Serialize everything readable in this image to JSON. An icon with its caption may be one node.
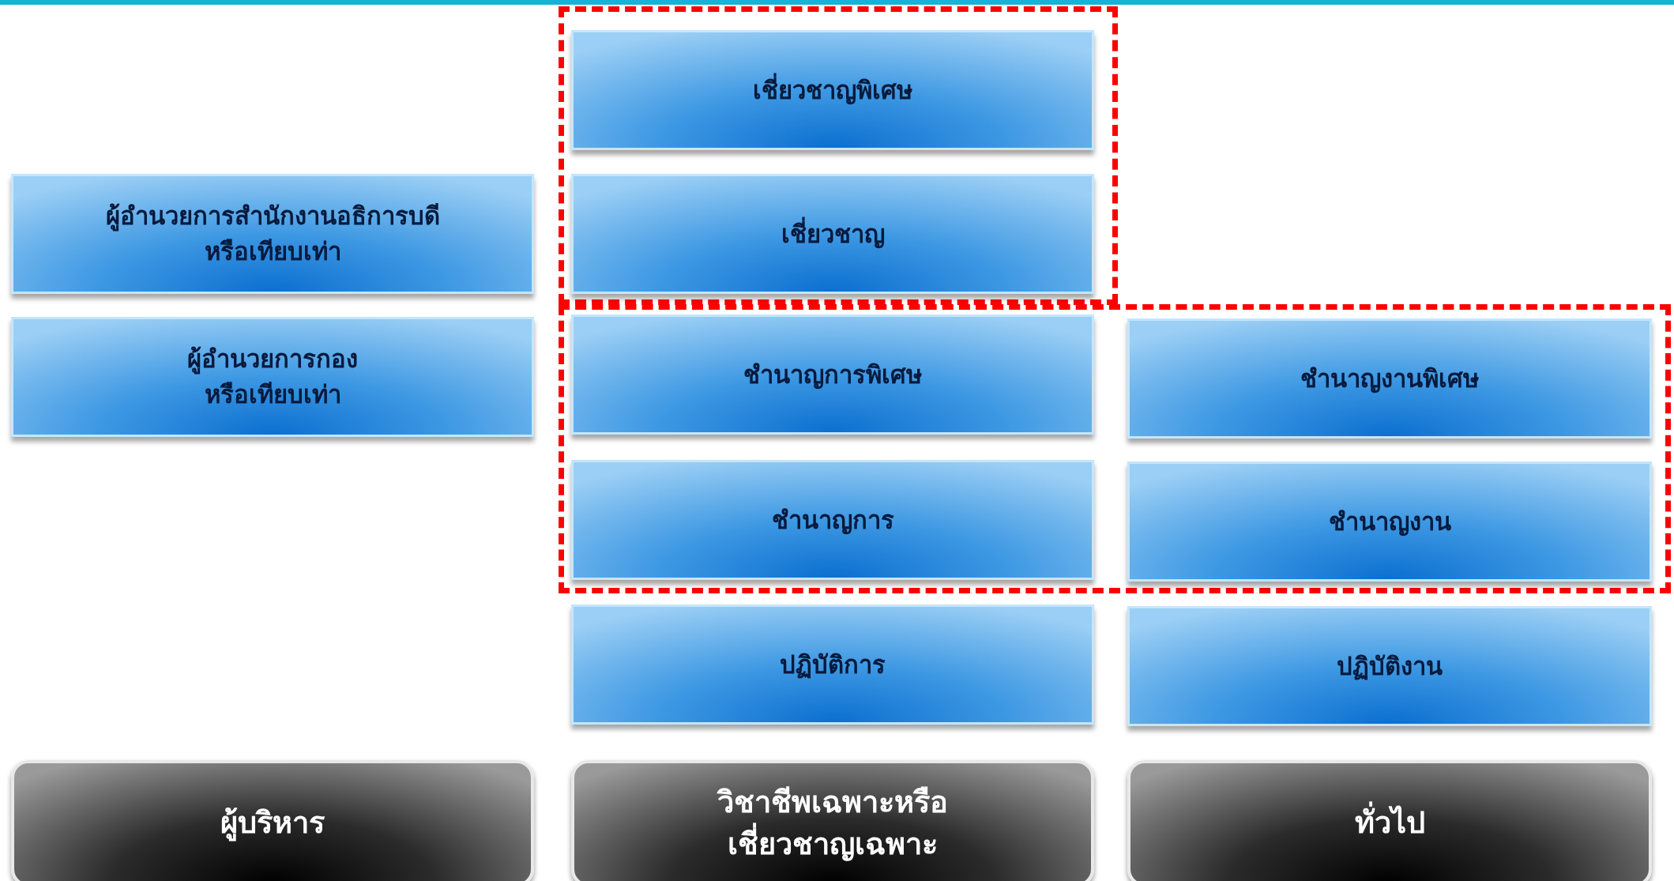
{
  "diagram": {
    "nodes": [
      {
        "text": [],
        "shape": "box"
      },
      {
        "text": [
          "เชี่ยวชาญพิเศษ"
        ],
        "in": 0
      },
      {
        "text": [
          "ผู้อำนวยการสำนักงานอธิการบดี หรือเทียบเท่า"
        ]
      },
      {
        "text": [
          "เชี่ยวชาญ"
        ],
        "in": 0
      },
      {
        "text": [],
        "shape": "box"
      },
      {
        "text": [
          "ผู้อำนวยการกอง หรือเทียบเท่า"
        ]
      },
      {
        "text": [
          "ชำนาญการพิเศษ"
        ],
        "in": 4
      },
      {
        "text": [
          "ชำนาญงานพิเศษ"
        ],
        "in": 4
      },
      {
        "text": [
          "ชำนาญการ"
        ],
        "in": 4
      },
      {
        "text": [
          "ชำนาญงาน"
        ],
        "in": 4
      },
      {
        "text": [
          "ปฏิบัติการ"
        ]
      },
      {
        "text": [
          "ปฏิบัติงาน"
        ]
      },
      {
        "text": [
          "ผู้บริหาร"
        ]
      },
      {
        "text": [
          "วิชาชีพเฉพาะหรือเชี่ยวชาญเฉพาะ"
        ]
      },
      {
        "text": [
          "ทั่วไป"
        ]
      }
    ]
  }
}
